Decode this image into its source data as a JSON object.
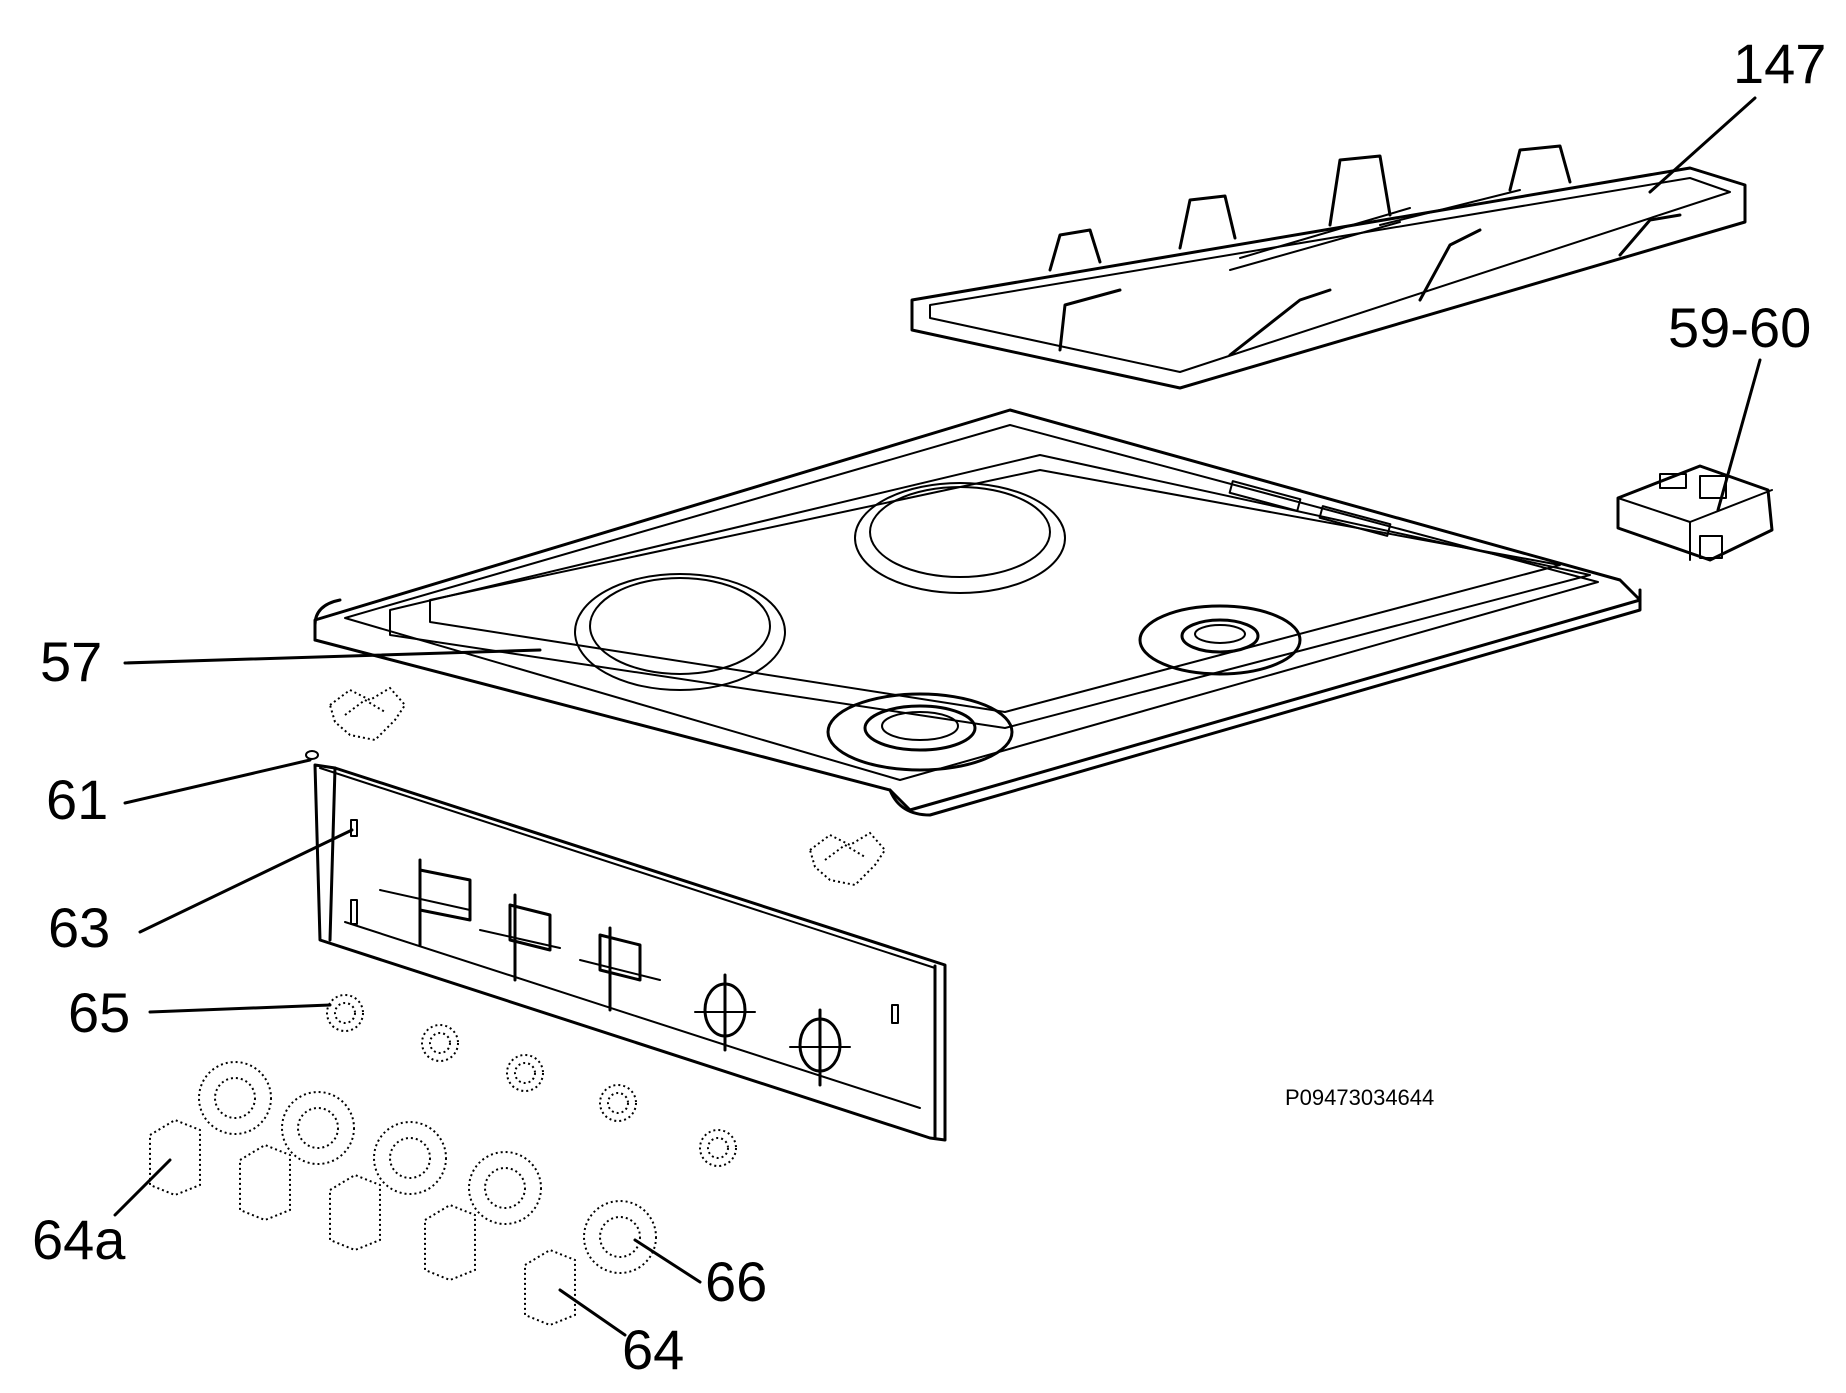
{
  "callouts": {
    "grid": "147",
    "connector": "59-60",
    "hob_top": "57",
    "spring": "61",
    "panel": "63",
    "bezel": "65",
    "knob_alt": "64a",
    "ring": "66",
    "knob": "64"
  },
  "drawing_code": "P09473034644"
}
